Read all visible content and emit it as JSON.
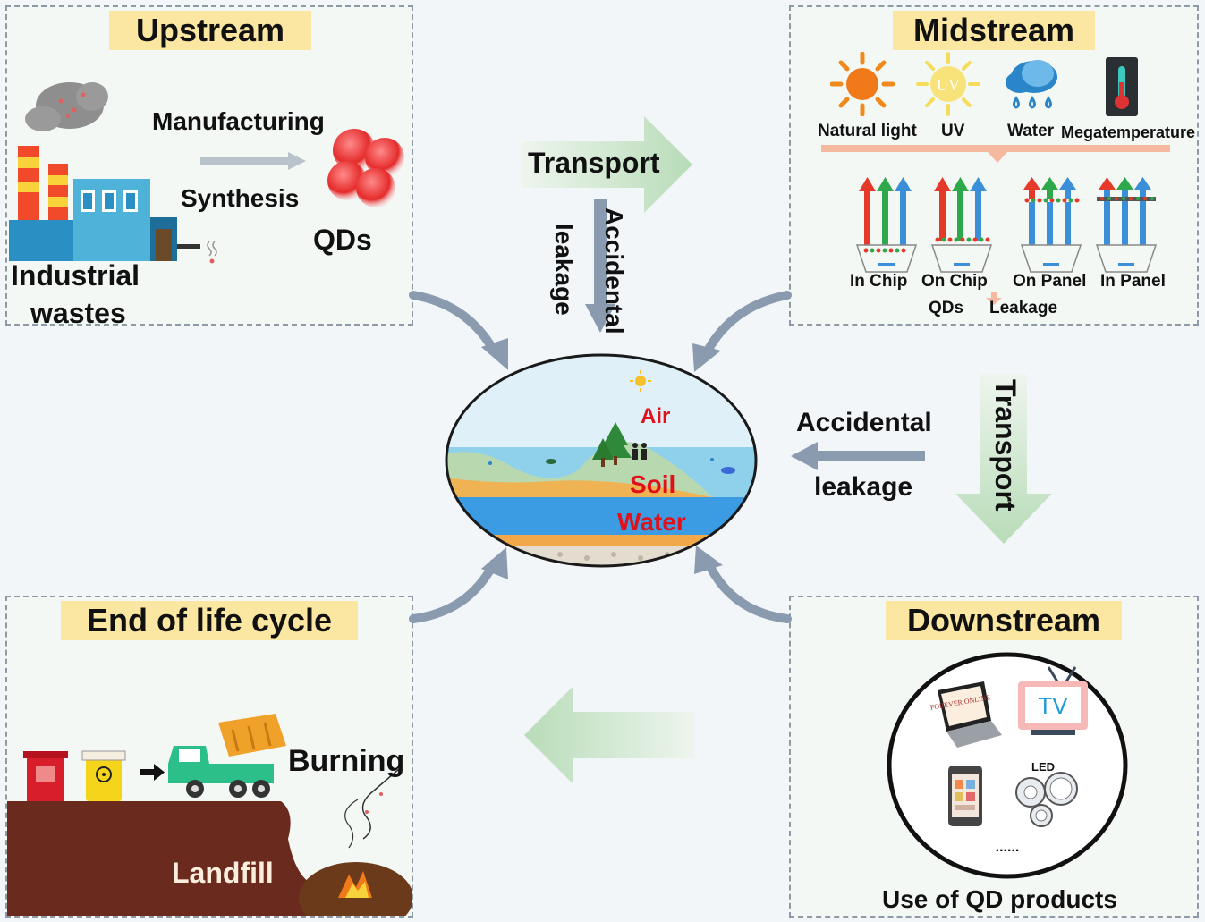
{
  "upstream": {
    "title": "Upstream",
    "manufacturing": "Manufacturing",
    "synthesis": "Synthesis",
    "qds": "QDs",
    "industrial": "Industrial",
    "wastes": "wastes"
  },
  "midstream": {
    "title": "Midstream",
    "factors": [
      "Natural light",
      "UV",
      "Water",
      "Megatemperature"
    ],
    "uv_icon": "UV",
    "devices": [
      "In Chip",
      "On Chip",
      "On Panel",
      "In Panel"
    ],
    "qds": "QDs",
    "leakage": "Leakage"
  },
  "center": {
    "transport_top": "Transport",
    "accidental_top": "Accidental",
    "leakage_top": "leakage",
    "accidental_right": "Accidental",
    "leakage_right": "leakage",
    "transport_right": "Transport",
    "air": "Air",
    "soil": "Soil",
    "water": "Water"
  },
  "end_of_life": {
    "title": "End of life cycle",
    "burning": "Burning",
    "landfill": "Landfill"
  },
  "downstream": {
    "title": "Downstream",
    "tv": "TV",
    "led": "LED",
    "screen_text": "FOREVER ONLINE",
    "ellipsis": "......",
    "caption": "Use of QD products"
  },
  "colors": {
    "title_bg": "#fbe7a1",
    "arrow_grey": "#8a9bb0",
    "arrow_green": "#cfe6cf",
    "label_red": "#e0111a",
    "water_blue": "#3b9be3",
    "soil_orange": "#f0b354"
  }
}
